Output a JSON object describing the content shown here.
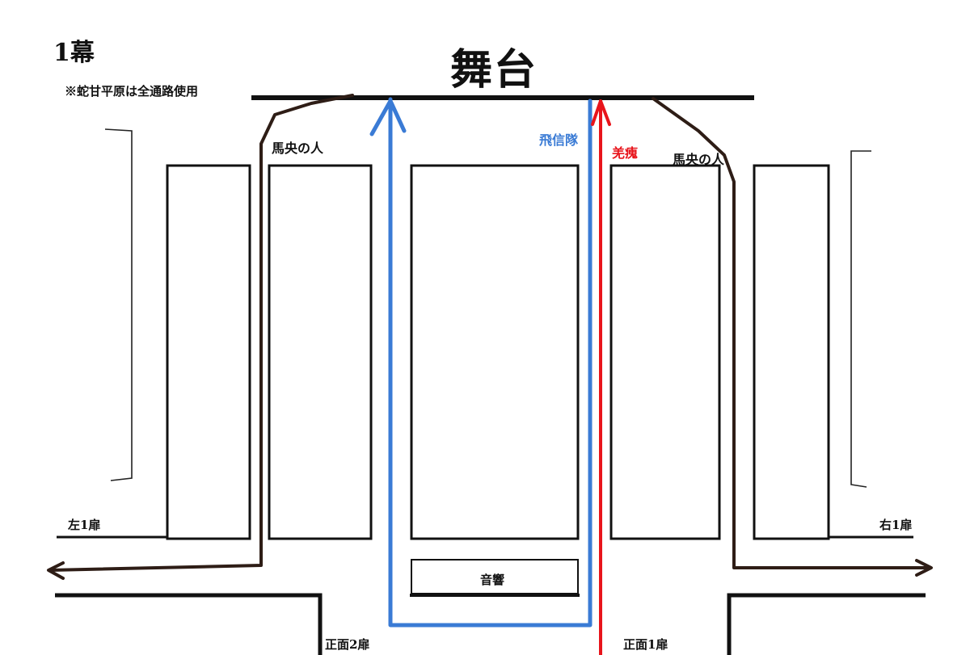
{
  "labels": {
    "act": "1幕",
    "stage": "舞台",
    "note": "※蛇甘平原は全通路使用",
    "bagin_left": "馬央の人",
    "bagin_right": "馬央の人",
    "hishin": "飛信隊",
    "koujin": "羌瘣",
    "left_door": "左1扉",
    "right_door": "右1扉",
    "sound": "音響",
    "front_door_2": "正面2扉",
    "front_door_1": "正面1扉"
  },
  "colors": {
    "ink": "#111111",
    "brown": "#2e1d16",
    "blue": "#3a7bd5",
    "red": "#e8141b"
  }
}
